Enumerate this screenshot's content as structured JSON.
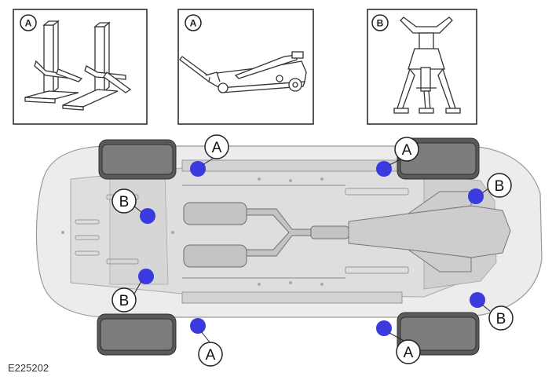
{
  "panels": [
    {
      "id": "panel-1",
      "tag": "A",
      "equipment": "twin-post-lift"
    },
    {
      "id": "panel-2",
      "tag": "A",
      "equipment": "trolley-jack"
    },
    {
      "id": "panel-3",
      "tag": "B",
      "equipment": "axle-stand"
    }
  ],
  "callouts": {
    "front_left_a": "A",
    "front_right_a": "A",
    "rear_left_a": "A",
    "rear_right_a": "A",
    "front_left_b": "B",
    "front_right_b": "B",
    "rear_left_b": "B",
    "rear_right_b": "B"
  },
  "figure_code": "E225202",
  "colors": {
    "lift_point": "#3a3adf",
    "line": "#222222",
    "body": "#e9e9e9",
    "tire": "#555555"
  }
}
